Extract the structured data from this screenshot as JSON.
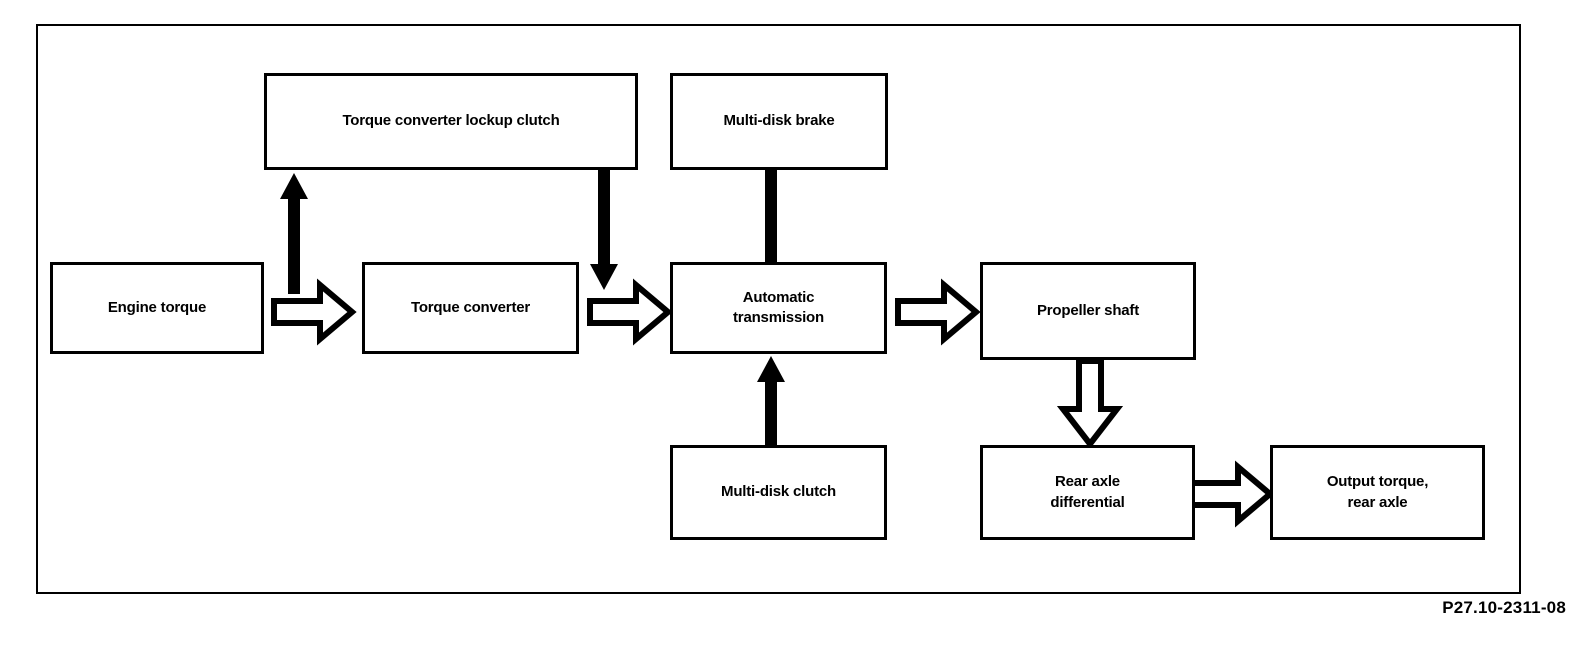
{
  "diagram": {
    "caption": "P27.10-2311-08",
    "colors": {
      "stroke": "#000000",
      "fill": "#ffffff",
      "background": "#ffffff"
    },
    "nodes": [
      {
        "id": "engine-torque",
        "label": "Engine torque"
      },
      {
        "id": "torque-converter-lockup",
        "label": "Torque converter lockup clutch"
      },
      {
        "id": "multi-disk-brake",
        "label": "Multi-disk brake"
      },
      {
        "id": "torque-converter",
        "label": "Torque converter"
      },
      {
        "id": "automatic-transmission",
        "label": "Automatic\ntransmission"
      },
      {
        "id": "propeller-shaft",
        "label": "Propeller shaft"
      },
      {
        "id": "multi-disk-clutch",
        "label": "Multi-disk clutch"
      },
      {
        "id": "rear-axle-differential",
        "label": "Rear axle\ndifferential"
      },
      {
        "id": "output-torque-rear-axle",
        "label": "Output torque,\nrear axle"
      }
    ],
    "connections": [
      {
        "id": "engine-to-converter",
        "from": "engine-torque",
        "to": "torque-converter",
        "style": "hollow",
        "direction": "right"
      },
      {
        "id": "converter-to-transmission",
        "from": "torque-converter",
        "to": "automatic-transmission",
        "style": "hollow",
        "direction": "right"
      },
      {
        "id": "transmission-to-propeller",
        "from": "automatic-transmission",
        "to": "propeller-shaft",
        "style": "hollow",
        "direction": "right"
      },
      {
        "id": "propeller-to-rear-axle",
        "from": "propeller-shaft",
        "to": "rear-axle-differential",
        "style": "hollow",
        "direction": "down"
      },
      {
        "id": "rear-axle-to-output",
        "from": "rear-axle-differential",
        "to": "output-torque-rear-axle",
        "style": "hollow",
        "direction": "right"
      },
      {
        "id": "converter-to-lockup",
        "from": "torque-converter",
        "to": "torque-converter-lockup",
        "style": "solid",
        "direction": "up"
      },
      {
        "id": "lockup-to-transmission",
        "from": "torque-converter-lockup",
        "to": "automatic-transmission",
        "style": "solid",
        "direction": "down"
      },
      {
        "id": "brake-to-transmission",
        "from": "multi-disk-brake",
        "to": "automatic-transmission",
        "style": "solid",
        "direction": "down"
      },
      {
        "id": "clutch-to-transmission",
        "from": "multi-disk-clutch",
        "to": "automatic-transmission",
        "style": "solid",
        "direction": "up"
      }
    ]
  }
}
